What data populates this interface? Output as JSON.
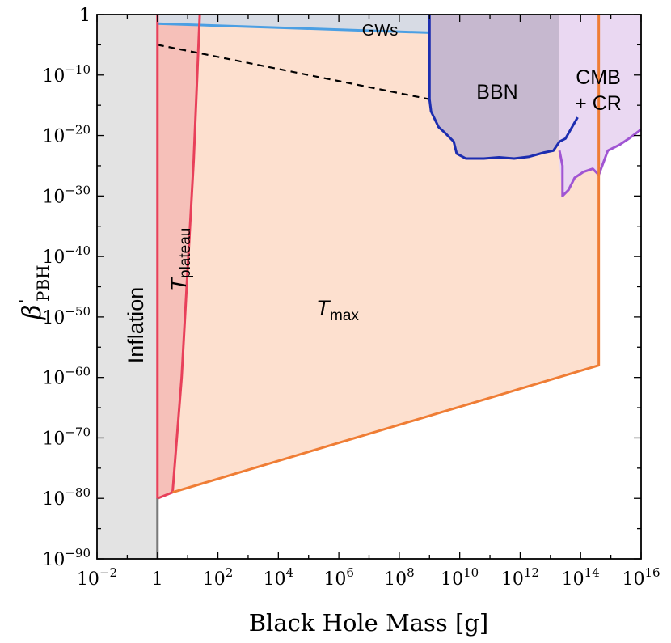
{
  "chart_data": {
    "type": "area",
    "xlabel": "Black Hole Mass [g]",
    "ylabel_main": "β",
    "ylabel_prime": "'",
    "ylabel_sub": "PBH",
    "x_scale": "log",
    "y_scale": "log",
    "xlim_log10": [
      -2,
      16
    ],
    "ylim_log10": [
      -90,
      0
    ],
    "x_ticks": [
      {
        "exp": -2,
        "base": "10",
        "sup": "−2"
      },
      {
        "exp": 0,
        "base": "1",
        "sup": ""
      },
      {
        "exp": 2,
        "base": "10",
        "sup": "2"
      },
      {
        "exp": 4,
        "base": "10",
        "sup": "4"
      },
      {
        "exp": 6,
        "base": "10",
        "sup": "6"
      },
      {
        "exp": 8,
        "base": "10",
        "sup": "8"
      },
      {
        "exp": 10,
        "base": "10",
        "sup": "10"
      },
      {
        "exp": 12,
        "base": "10",
        "sup": "12"
      },
      {
        "exp": 14,
        "base": "10",
        "sup": "14"
      },
      {
        "exp": 16,
        "base": "10",
        "sup": "16"
      }
    ],
    "y_ticks": [
      {
        "exp": 0,
        "base": "1",
        "sup": ""
      },
      {
        "exp": -10,
        "base": "10",
        "sup": "−10"
      },
      {
        "exp": -20,
        "base": "10",
        "sup": "−20"
      },
      {
        "exp": -30,
        "base": "10",
        "sup": "−30"
      },
      {
        "exp": -40,
        "base": "10",
        "sup": "−40"
      },
      {
        "exp": -50,
        "base": "10",
        "sup": "−50"
      },
      {
        "exp": -60,
        "base": "10",
        "sup": "−60"
      },
      {
        "exp": -70,
        "base": "10",
        "sup": "−70"
      },
      {
        "exp": -80,
        "base": "10",
        "sup": "−80"
      },
      {
        "exp": -90,
        "base": "10",
        "sup": "−90"
      }
    ],
    "regions": [
      {
        "name": "Inflation",
        "fill": "#e3e3e3",
        "stroke": "#7a7a7a",
        "polygon_log10": [
          [
            -2,
            0
          ],
          [
            0,
            0
          ],
          [
            0,
            -90
          ],
          [
            -2,
            -90
          ]
        ]
      },
      {
        "name": "T_max",
        "fill": "#fde0cf",
        "stroke": "#ef7d35",
        "polygon_log10": [
          [
            0,
            0
          ],
          [
            14.6,
            0
          ],
          [
            14.6,
            -58
          ],
          [
            0.5,
            -79
          ],
          [
            0,
            -80
          ]
        ]
      },
      {
        "name": "T_plateau",
        "fill": "#f6c0b9",
        "stroke": "#e8405a",
        "polygon_log10": [
          [
            0,
            0
          ],
          [
            1.4,
            0
          ],
          [
            1.2,
            -24
          ],
          [
            0.8,
            -60
          ],
          [
            0.5,
            -79
          ],
          [
            0,
            -80
          ]
        ]
      },
      {
        "name": "GWs",
        "fill": "#d7dbe4",
        "stroke": "none",
        "polygon_log10": [
          [
            0,
            0
          ],
          [
            9,
            0
          ],
          [
            9,
            -3
          ],
          [
            0,
            -1.5
          ]
        ]
      },
      {
        "name": "BBN",
        "fill": "#c6b8cf",
        "stroke": "#1c2db0",
        "polygon_log10": [
          [
            9,
            0
          ],
          [
            13.3,
            0
          ],
          [
            13.3,
            -21
          ],
          [
            13.1,
            -22.5
          ],
          [
            12.8,
            -22.8
          ],
          [
            12.3,
            -23.5
          ],
          [
            11.8,
            -23.8
          ],
          [
            11.3,
            -23.6
          ],
          [
            10.8,
            -23.8
          ],
          [
            10.2,
            -23.8
          ],
          [
            9.9,
            -23
          ],
          [
            9.8,
            -21
          ],
          [
            9.6,
            -20
          ],
          [
            9.5,
            -19.5
          ],
          [
            9.3,
            -18.6
          ],
          [
            9.05,
            -16
          ],
          [
            9,
            -14
          ]
        ]
      },
      {
        "name": "CMB + CR",
        "fill": "#ead8f2",
        "stroke": "#a055d3",
        "polygon_log10": [
          [
            13.3,
            0
          ],
          [
            16,
            0
          ],
          [
            16,
            -19
          ],
          [
            15.6,
            -20.5
          ],
          [
            15.3,
            -21.5
          ],
          [
            14.9,
            -22.5
          ],
          [
            14.6,
            -26.5
          ],
          [
            14.4,
            -25.5
          ],
          [
            14.1,
            -26
          ],
          [
            13.8,
            -27
          ],
          [
            13.6,
            -29
          ],
          [
            13.4,
            -30
          ],
          [
            13.3,
            -25
          ]
        ]
      }
    ],
    "lines": [
      {
        "name": "GWs",
        "color": "#4b9fe3",
        "style": "solid",
        "points_log10": [
          [
            0,
            -1.5
          ],
          [
            9,
            -3
          ]
        ]
      },
      {
        "name": "dashed",
        "color": "#000000",
        "style": "dashed",
        "points_log10": [
          [
            0,
            -5
          ],
          [
            9,
            -14
          ]
        ]
      },
      {
        "name": "BBN boundary",
        "color": "#1c2db0",
        "style": "solid",
        "points_log10": [
          [
            9,
            0
          ],
          [
            9,
            -14
          ],
          [
            9.05,
            -16
          ],
          [
            9.3,
            -18.6
          ],
          [
            9.5,
            -19.5
          ],
          [
            9.6,
            -20
          ],
          [
            9.8,
            -21
          ],
          [
            9.9,
            -23
          ],
          [
            10.2,
            -23.8
          ],
          [
            10.8,
            -23.8
          ],
          [
            11.3,
            -23.6
          ],
          [
            11.8,
            -23.8
          ],
          [
            12.3,
            -23.5
          ],
          [
            12.8,
            -22.8
          ],
          [
            13.1,
            -22.5
          ],
          [
            13.3,
            -21
          ],
          [
            13.5,
            -20.5
          ],
          [
            13.9,
            -17
          ]
        ]
      },
      {
        "name": "CMB + CR boundary",
        "color": "#a055d3",
        "style": "solid",
        "points_log10": [
          [
            13.3,
            -22.5
          ],
          [
            13.4,
            -25
          ],
          [
            13.4,
            -30
          ],
          [
            13.6,
            -29
          ],
          [
            13.8,
            -27
          ],
          [
            14.1,
            -26
          ],
          [
            14.4,
            -25.5
          ],
          [
            14.6,
            -26.5
          ],
          [
            14.9,
            -22.5
          ],
          [
            15.3,
            -21.5
          ],
          [
            15.6,
            -20.5
          ],
          [
            16,
            -19
          ]
        ]
      },
      {
        "name": "T_plateau boundary",
        "color": "#e8405a",
        "style": "solid",
        "points_log10": [
          [
            0,
            0
          ],
          [
            0,
            -80
          ],
          [
            0.5,
            -79
          ],
          [
            0.8,
            -60
          ],
          [
            1.2,
            -24
          ],
          [
            1.4,
            0
          ]
        ]
      },
      {
        "name": "T_max boundary",
        "color": "#ef7d35",
        "style": "solid",
        "points_log10": [
          [
            0.5,
            -79
          ],
          [
            14.6,
            -58
          ],
          [
            14.6,
            0
          ]
        ]
      },
      {
        "name": "Inflation boundary",
        "color": "#7a7a7a",
        "style": "solid",
        "points_log10": [
          [
            0,
            -80
          ],
          [
            0,
            -90
          ]
        ]
      }
    ],
    "annotations": {
      "inflation": "Inflation",
      "tplateau_main": "T",
      "tplateau_sub": "plateau",
      "tmax_main": "T",
      "tmax_sub": "max",
      "gws": "GWs",
      "bbn": "BBN",
      "cmb_line1": "CMB",
      "cmb_line2": "+ CR"
    }
  }
}
